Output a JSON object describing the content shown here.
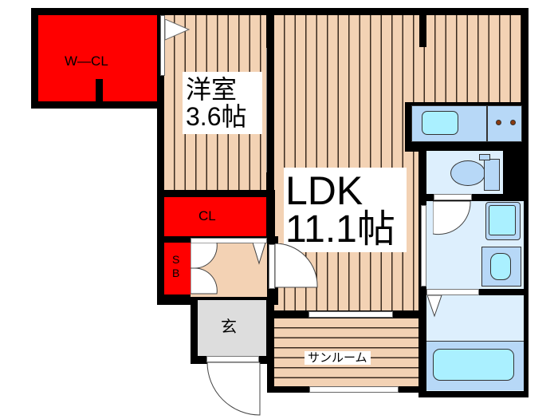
{
  "floorplan": {
    "rooms": {
      "walk_in_closet": {
        "label": "W—CL"
      },
      "western_room": {
        "label_line1": "洋室",
        "label_line2": "3.6帖"
      },
      "ldk": {
        "label_line1": "LDK",
        "label_line2": "11.1帖"
      },
      "closet": {
        "label": "CL"
      },
      "shoe_box": {
        "label_line1": "S",
        "label_line2": "B"
      },
      "entrance": {
        "label": "玄"
      },
      "sunroom": {
        "label": "サンルーム"
      }
    },
    "colors": {
      "storage": "#ff0000",
      "flooring": "#f3d2b4",
      "wet_area": "#ddeffd",
      "fixture": "#b7d8f7",
      "basin": "#aaf0ff",
      "entrance_floor": "#dddddd",
      "wall": "#000000",
      "stove_knob": "#8b3a0f"
    },
    "fixtures": [
      "kitchen-sink",
      "stove",
      "toilet",
      "washbasin",
      "washing-machine-pan",
      "bathtub"
    ]
  }
}
